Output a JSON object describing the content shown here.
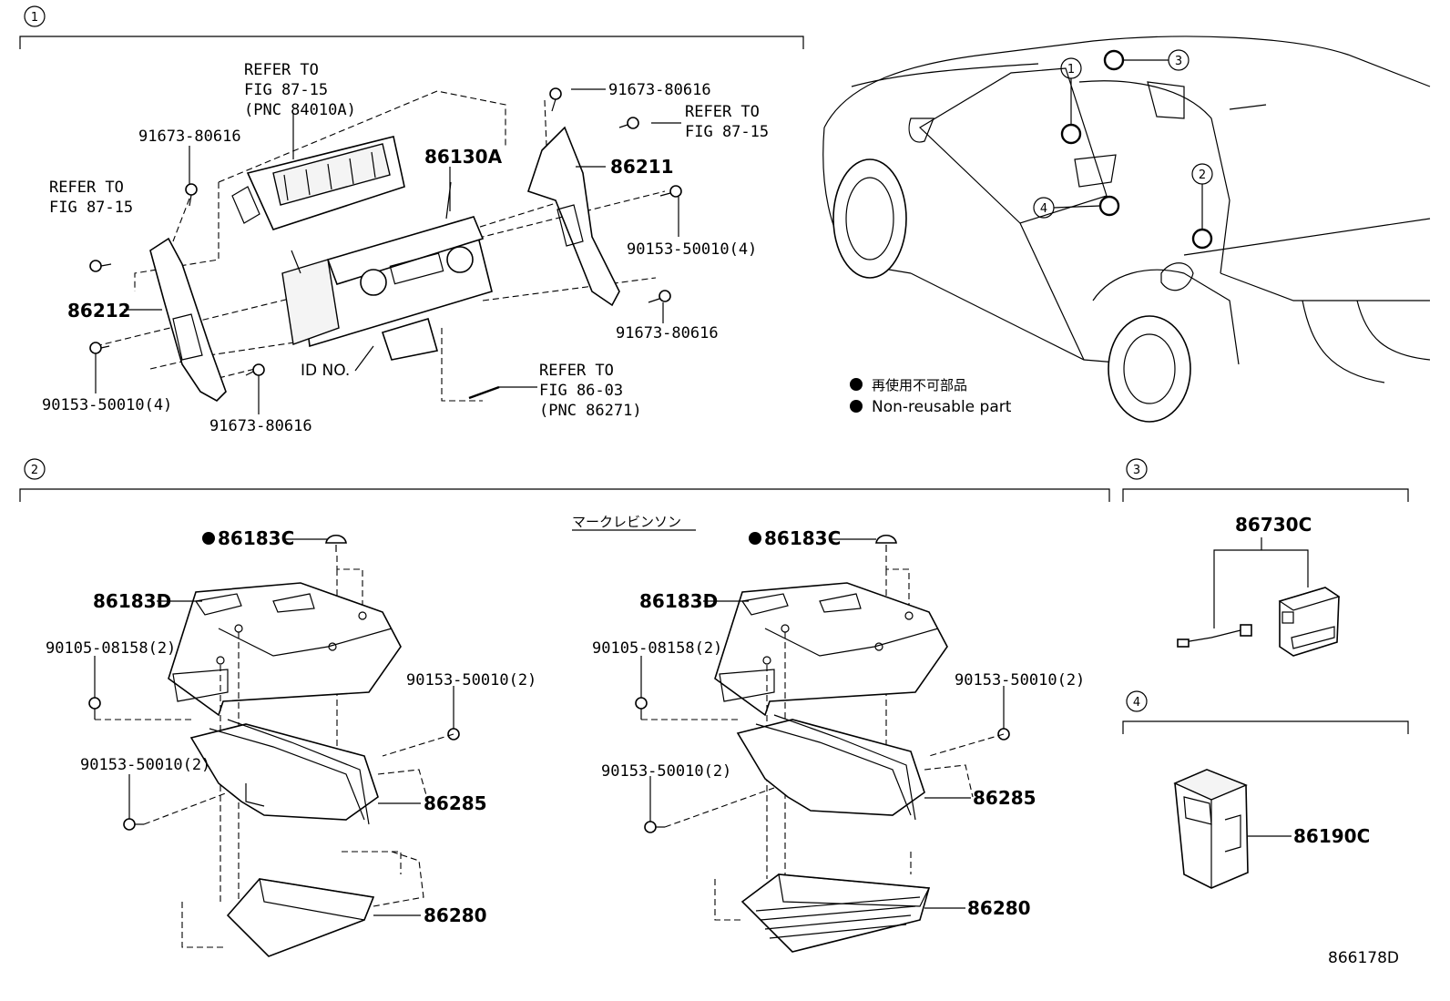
{
  "sections": [
    {
      "id": "1",
      "label": "1"
    },
    {
      "id": "2",
      "label": "2"
    },
    {
      "id": "3",
      "label": "3"
    },
    {
      "id": "4",
      "label": "4"
    }
  ],
  "section1": {
    "refer_a": [
      "REFER TO",
      "FIG 87-15",
      "(PNC 84010A)"
    ],
    "refer_b": [
      "REFER TO",
      "FIG 87-15"
    ],
    "refer_c": [
      "REFER TO",
      "FIG 87-15"
    ],
    "refer_d": [
      "REFER TO",
      "FIG 86-03",
      "(PNC 86271)"
    ],
    "part_86130A": "86130A",
    "part_86211": "86211",
    "part_86212": "86212",
    "bolt_top_right": "91673-80616",
    "bolt_top_left": "91673-80616",
    "bolt_mid_right": "91673-80616",
    "bolt_bottom": "91673-80616",
    "nut_right": "90153-50010(4)",
    "nut_left": "90153-50010(4)",
    "id_no": "ID NO."
  },
  "legend": {
    "jp": "再使用不可部品",
    "en": "Non-reusable part"
  },
  "car_callouts": [
    "1",
    "2",
    "3",
    "4"
  ],
  "section2": {
    "title_jp": "マークレビンソン",
    "left": {
      "clip": "86183C",
      "cover": "86183D",
      "bolt": "90105-08158(2)",
      "nut_right": "90153-50010(2)",
      "nut_left": "90153-50010(2)",
      "bracket": "86285",
      "amp": "86280"
    },
    "right": {
      "clip": "86183C",
      "cover": "86183D",
      "bolt": "90105-08158(2)",
      "nut_right": "90153-50010(2)",
      "nut_left": "90153-50010(2)",
      "bracket": "86285",
      "amp": "86280"
    }
  },
  "section3": {
    "part": "86730C"
  },
  "section4": {
    "part": "86190C"
  },
  "diagram_id": "866178D"
}
